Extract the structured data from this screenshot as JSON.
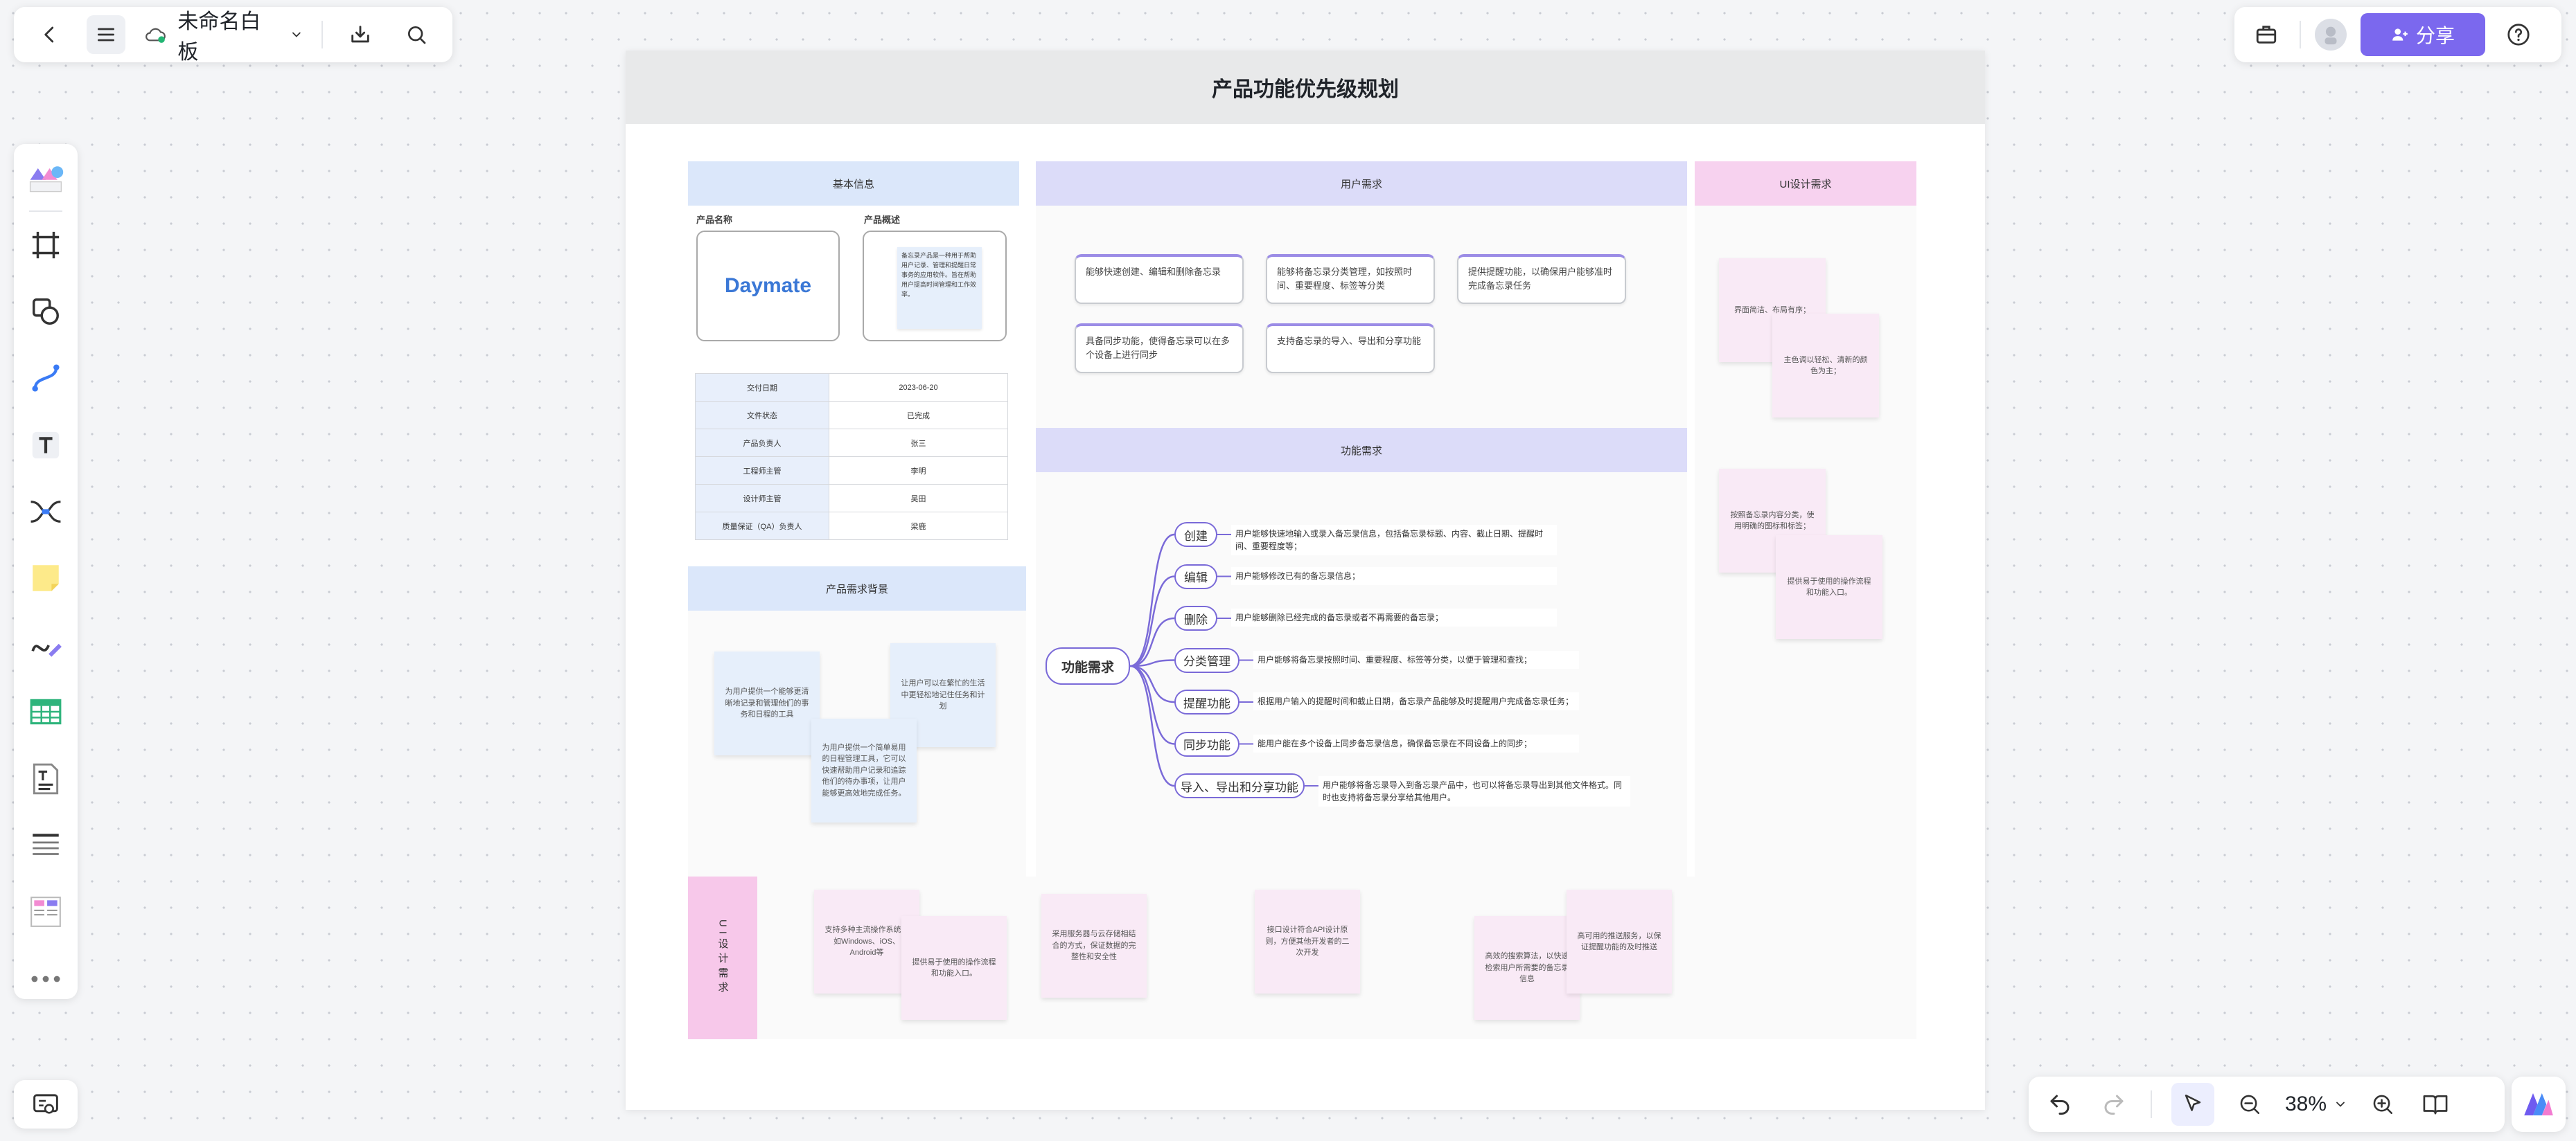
{
  "toolbar": {
    "doc_title": "未命名白板"
  },
  "topright": {
    "share_label": "分享"
  },
  "zoom": {
    "level": "38%"
  },
  "board": {
    "title": "产品功能优先级规划",
    "basic_info": {
      "header": "基本信息",
      "product_name_label": "产品名称",
      "product_name": "Daymate",
      "overview_label": "产品概述",
      "overview_text": "备忘录产品是一种用于帮助用户记录、管理和提醒日常事务的应用软件。旨在帮助用户提高时间管理和工作效率。",
      "table": [
        {
          "k": "交付日期",
          "v": "2023-06-20"
        },
        {
          "k": "文件状态",
          "v": "已完成"
        },
        {
          "k": "产品负责人",
          "v": "张三"
        },
        {
          "k": "工程师主管",
          "v": "李明"
        },
        {
          "k": "设计师主管",
          "v": "吴田"
        },
        {
          "k": "质量保证（QA）负责人",
          "v": "梁鹿"
        }
      ]
    },
    "background": {
      "header": "产品需求背景",
      "notes": [
        "为用户提供一个能够更清晰地记录和管理他们的事务和日程的工具",
        "为用户提供一个简单易用的日程管理工具，它可以快速帮助用户记录和追踪他们的待办事项，让用户能够更高效地完成任务。",
        "让用户可以在繁忙的生活中更轻松地记住任务和计划"
      ]
    },
    "user_needs": {
      "header": "用户需求",
      "cards": [
        "能够快速创建、编辑和删除备忘录",
        "能够将备忘录分类管理，如按照时间、重要程度、标签等分类",
        "提供提醒功能，以确保用户能够准时完成备忘录任务",
        "具备同步功能，使得备忘录可以在多个设备上进行同步",
        "支持备忘录的导入、导出和分享功能"
      ]
    },
    "ui_needs": {
      "header": "UI设计需求",
      "notes": [
        "界面简洁、布局有序；",
        "主色调以轻松、清新的颜色为主；",
        "按照备忘录内容分类，使用明确的图标和标签；",
        "提供易于使用的操作流程和功能入口。"
      ]
    },
    "features": {
      "header": "功能需求",
      "root": "功能需求",
      "items": [
        {
          "name": "创建",
          "desc": "用户能够快速地输入或录入备忘录信息，包括备忘录标题、内容、截止日期、提醒时间、重要程度等；"
        },
        {
          "name": "编辑",
          "desc": "用户能够修改已有的备忘录信息；"
        },
        {
          "name": "删除",
          "desc": "用户能够删除已经完成的备忘录或者不再需要的备忘录；"
        },
        {
          "name": "分类管理",
          "desc": "用户能够将备忘录按照时间、重要程度、标签等分类，以便于管理和查找；"
        },
        {
          "name": "提醒功能",
          "desc": "根据用户输入的提醒时间和截止日期，备忘录产品能够及时提醒用户完成备忘录任务；"
        },
        {
          "name": "同步功能",
          "desc": "能用户能在多个设备上同步备忘录信息，确保备忘录在不同设备上的同步；"
        },
        {
          "name": "导入、导出和分享功能",
          "desc": "用户能够将备忘录导入到备忘录产品中，也可以将备忘录导出到其他文件格式。同时也支持将备忘录分享给其他用户。"
        }
      ]
    },
    "tech": {
      "header": "UI设计需求",
      "notes": [
        "支持多种主流操作系统，如Windows、iOS、Android等",
        "提供易于使用的操作流程和功能入口。",
        "采用服务器与云存储相结合的方式，保证数据的完整性和安全性",
        "接口设计符合API设计原则，方便其他开发者的二次开发",
        "高效的搜索算法，以快速检索用户所需要的备忘录信息",
        "高可用的推送服务，以保证提醒功能的及时推送"
      ]
    }
  }
}
